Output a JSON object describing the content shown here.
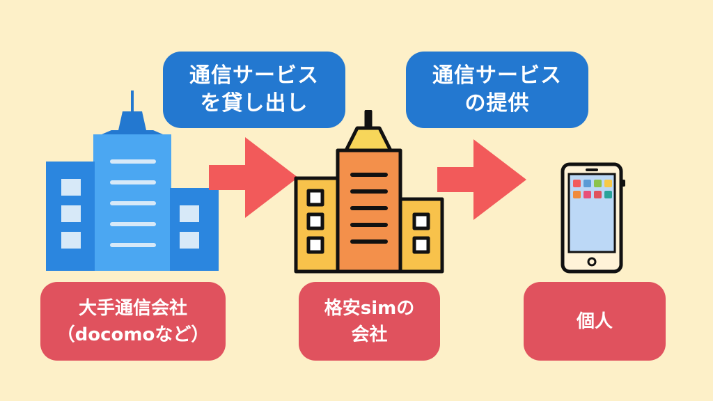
{
  "bubbles": [
    {
      "line1": "通信サービス",
      "line2": "を貸し出し"
    },
    {
      "line1": "通信サービス",
      "line2": "の提供"
    }
  ],
  "labels": [
    {
      "line1": "大手通信会社",
      "line2": "（docomoなど）"
    },
    {
      "line1": "格安simの",
      "line2": "会社"
    },
    {
      "line1": "個人"
    }
  ],
  "colors": {
    "background": "#fdf0c8",
    "bubble": "#2378d0",
    "label": "#e0525e",
    "arrow": "#f25a5a"
  },
  "icons": [
    "large-carrier-building-icon",
    "mvno-building-icon",
    "smartphone-icon",
    "right-arrow-icon"
  ]
}
